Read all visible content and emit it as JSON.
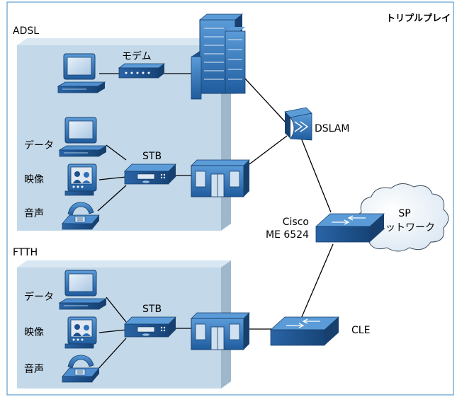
{
  "title": "トリプルプレイ",
  "panels": {
    "adsl": {
      "label": "ADSL"
    },
    "ftth": {
      "label": "FTTH"
    }
  },
  "adsl": {
    "modem_label": "モデム",
    "data_label": "データ",
    "video_label": "映像",
    "voice_label": "音声",
    "stb_label": "STB"
  },
  "ftth": {
    "data_label": "データ",
    "video_label": "映像",
    "voice_label": "音声",
    "stb_label": "STB"
  },
  "network": {
    "dslam_label": "DSLAM",
    "switch_label_line1": "Cisco",
    "switch_label_line2": "ME 6524",
    "cloud_label_line1": "SP",
    "cloud_label_line2": "ネットワーク",
    "cle_label": "CLE"
  },
  "colors": {
    "panel_fill": "#c3d8e8",
    "panel_shadow": "#9fb7cb",
    "device_blue": "#2f6fb7",
    "device_dark": "#1f4f8a",
    "frame_line": "#3b88c3"
  }
}
